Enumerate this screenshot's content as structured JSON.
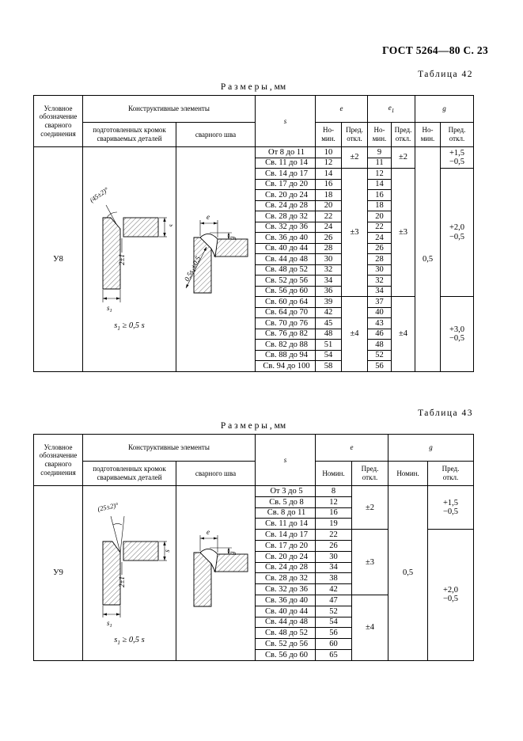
{
  "page": {
    "doc_ref": "ГОСТ 5264—80 С. 23"
  },
  "table42": {
    "caption": "Таблица 42",
    "size_title": "Р а з м е р ы , мм",
    "designation": "У8",
    "note": {
      "pre": "s",
      "sub": "1",
      "post": " ≥ 0,5 s"
    },
    "header": {
      "designation": "Условное\nобозначение\nсварного\nсоединения",
      "constructive": "Конструктивные элементы",
      "edges": "подготовленных кромок\nсвариваемых деталей",
      "seam": "сварного шва",
      "s": "s",
      "e": "e",
      "e1_main": "e",
      "e1_sub": "1",
      "g": "g",
      "nomin": "Но-\nмин.",
      "pred": "Пред.\nоткл."
    },
    "diagram": {
      "angle": "(45±2)°",
      "s": "s",
      "s1_main": "s",
      "s1_sub": "1",
      "gap": "2±1",
      "e": "e",
      "g": "g",
      "leg_a": "0,5s",
      "leg_sub": "1",
      "leg_b": "±0,5"
    },
    "rows": [
      [
        "От 8 до 11",
        "10",
        "9"
      ],
      [
        "Св. 11 до 14",
        "12",
        "11"
      ],
      [
        "Св. 14 до 17",
        "14",
        "12"
      ],
      [
        "Св. 17 до 20",
        "16",
        "14"
      ],
      [
        "Св. 20 до 24",
        "18",
        "16"
      ],
      [
        "Св. 24 до 28",
        "20",
        "18"
      ],
      [
        "Св. 28 до 32",
        "22",
        "20"
      ],
      [
        "Св. 32 до 36",
        "24",
        "22"
      ],
      [
        "Св. 36 до 40",
        "26",
        "24"
      ],
      [
        "Св. 40 до 44",
        "28",
        "26"
      ],
      [
        "Св. 44 до 48",
        "30",
        "28"
      ],
      [
        "Св. 48 до 52",
        "32",
        "30"
      ],
      [
        "Св. 52 до 56",
        "34",
        "32"
      ],
      [
        "Св. 56 до 60",
        "36",
        "34"
      ],
      [
        "Св. 60 до 64",
        "39",
        "37"
      ],
      [
        "Св. 64 до 70",
        "42",
        "40"
      ],
      [
        "Св. 70 до 76",
        "45",
        "43"
      ],
      [
        "Св. 76 до 82",
        "48",
        "46"
      ],
      [
        "Св. 82 до 88",
        "51",
        "48"
      ],
      [
        "Св. 88 до 94",
        "54",
        "52"
      ],
      [
        "Св. 94 до 100",
        "58",
        "56"
      ]
    ],
    "groups": {
      "e_tol": [
        {
          "text": "±2",
          "span": 2
        },
        {
          "text": "±3",
          "span": 12
        },
        {
          "text": "±4",
          "span": 7
        }
      ],
      "e1_tol": [
        {
          "text": "±2",
          "span": 2
        },
        {
          "text": "±3",
          "span": 12
        },
        {
          "text": "±4",
          "span": 7
        }
      ],
      "g_nom": [
        {
          "text": "0,5",
          "span": 21
        }
      ],
      "g_tol": [
        {
          "text": "+1,5\n−0,5",
          "span": 2
        },
        {
          "text": "+2,0\n−0,5",
          "span": 12
        },
        {
          "text": "+3,0\n−0,5",
          "span": 7
        }
      ]
    }
  },
  "table43": {
    "caption": "Таблица 43",
    "size_title": "Р а з м е р ы , мм",
    "designation": "У9",
    "note": {
      "pre": "s",
      "sub": "1",
      "post": " ≥ 0,5 s"
    },
    "header": {
      "designation": "Условное\nобозначение\nсварного\nсоединения",
      "constructive": "Конструктивные элементы",
      "edges": "подготовленных кромок\nсвариваемых деталей",
      "seam": "сварного шва",
      "s": "s",
      "e": "e",
      "g": "g",
      "nomin": "Номин.",
      "pred": "Пред.\nоткл."
    },
    "diagram": {
      "angle": "(25±2)°",
      "s": "s",
      "s1_main": "s",
      "s1_sub": "1",
      "gap": "2±1",
      "e": "e",
      "g": "g"
    },
    "rows": [
      [
        "От 3 до 5",
        "8"
      ],
      [
        "Св. 5 до 8",
        "12"
      ],
      [
        "Св. 8 до 11",
        "16"
      ],
      [
        "Св. 11 до 14",
        "19"
      ],
      [
        "Св. 14 до 17",
        "22"
      ],
      [
        "Св. 17 до 20",
        "26"
      ],
      [
        "Св. 20 до 24",
        "30"
      ],
      [
        "Св. 24 до 28",
        "34"
      ],
      [
        "Св. 28 до 32",
        "38"
      ],
      [
        "Св. 32 до 36",
        "42"
      ],
      [
        "Св. 36 до 40",
        "47"
      ],
      [
        "Св. 40 до 44",
        "52"
      ],
      [
        "Св. 44 до 48",
        "54"
      ],
      [
        "Св. 48 до 52",
        "56"
      ],
      [
        "Св. 52 до 56",
        "60"
      ],
      [
        "Св. 56 до 60",
        "65"
      ]
    ],
    "groups": {
      "e_tol": [
        {
          "text": "±2",
          "span": 4
        },
        {
          "text": "±3",
          "span": 6
        },
        {
          "text": "±4",
          "span": 6
        }
      ],
      "g_nom": [
        {
          "text": "0,5",
          "span": 16
        }
      ],
      "g_tol": [
        {
          "text": "+1,5\n−0,5",
          "span": 4
        },
        {
          "text": "+2,0\n−0,5",
          "span": 12
        }
      ]
    }
  }
}
